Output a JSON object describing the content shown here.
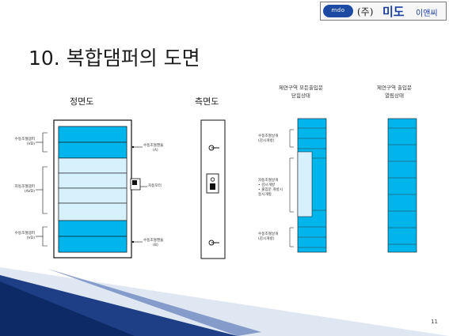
{
  "logo": {
    "badge": "mdo",
    "paren": "(주)",
    "big": "미도",
    "small": "이앤씨"
  },
  "title": "10. 복합댐퍼의 도면",
  "views": {
    "front": "정면도",
    "side": "측면도"
  },
  "states": {
    "closed_line1": "제연구역 모든출입문",
    "closed_line2": "닫힘상태",
    "open_line1": "제연구역 출입문",
    "open_line2": "열림상태"
  },
  "front_labels": {
    "top_left_line1": "수동조절댐퍼",
    "top_left_line2": "(VD)",
    "mid_left_line1": "자동조절댐퍼",
    "mid_left_line2": "(AVD)",
    "bot_left_line1": "수동조절댐퍼",
    "bot_left_line2": "(VD)",
    "top_right_line1": "수동조절핸들",
    "top_right_line2": "(A)",
    "mid_right": "자동모터",
    "bot_right_line1": "수동조절핸들",
    "bot_right_line2": "(B)"
  },
  "state_labels": {
    "top_line1": "수동조절날개",
    "top_line2": "(감시개방)",
    "mid_line1": "자동조절날개",
    "mid_line2": "• 감시개방",
    "mid_line3": "• 출입문 개방시",
    "mid_line4": "  동시개방",
    "bot_line1": "수동조절날개",
    "bot_line2": "(감시개방)"
  },
  "page_number": "11",
  "colors": {
    "blue_fill": "#00b4ec",
    "light_fill": "#d6f0fc",
    "frame": "#111111",
    "accent": "#1c4aa3"
  }
}
